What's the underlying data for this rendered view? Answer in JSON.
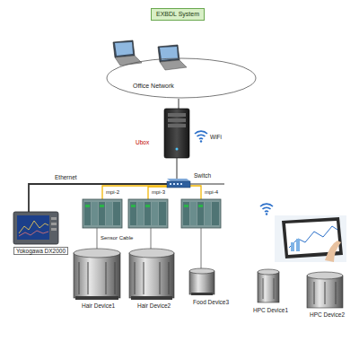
{
  "diagram": {
    "nodes": [
      {
        "text": [
          "EXBDL System"
        ]
      },
      {
        "text": [
          "Office Network"
        ]
      }
    ],
    "labels": [
      "Ubox",
      "WiFi",
      "Ethernet",
      "Switch",
      "mpi-2",
      "mpi-3",
      "mpi-4",
      "Sensor Cable",
      "Yokogawa DX2000",
      "Hair Device1",
      "Hair Device2",
      "Food Device3",
      "HPC Device1",
      "HPC Device2"
    ]
  }
}
